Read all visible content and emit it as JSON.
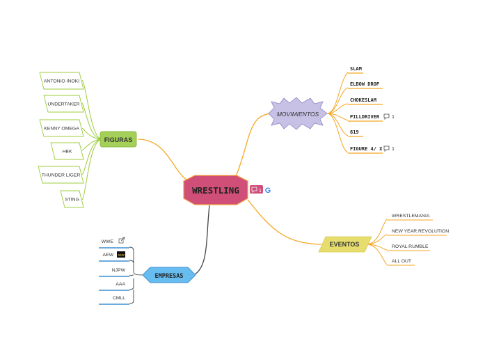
{
  "central": {
    "label": "WRESTLING",
    "comment_count": "1"
  },
  "colors": {
    "central_fill": "#cf4f79",
    "central_stroke": "#f2a33a",
    "figuras": "#9ccc3c",
    "figuras_fill": "#a4cf58",
    "movimientos_fill": "#c7c1e5",
    "movimientos_stroke": "#8e86c4",
    "eventos_fill": "#e6dd6e",
    "eventos_line": "#f5a623",
    "empresas_fill": "#68bdf0",
    "empresas_line": "#3f8fd2",
    "orange_line": "#f5a623",
    "dark_line": "#444444"
  },
  "figuras": {
    "label": "FIGURAS",
    "items": [
      "ANTONIO INOKI",
      "UNDERTAKER",
      "KENNY OMEGA",
      "HBK",
      "THUNDER LIGER",
      "STING"
    ]
  },
  "movimientos": {
    "label": "MOVIMIENTOS",
    "items": [
      {
        "label": "SLAM",
        "comments": ""
      },
      {
        "label": "ELBOW DROP",
        "comments": ""
      },
      {
        "label": "CHOKESLAM",
        "comments": ""
      },
      {
        "label": "PILLDRIVER",
        "comments": "1"
      },
      {
        "label": "619",
        "comments": ""
      },
      {
        "label": "FIGURE 4/ X",
        "comments": "1"
      }
    ]
  },
  "eventos": {
    "label": "EVENTOS",
    "items": [
      "WRESTLEMANIA",
      "NEW YEAR REVOLUTION",
      "ROYAL RUMBLE",
      "ALL OUT"
    ]
  },
  "empresas": {
    "label": "EMPRESAS",
    "items": [
      "WWE",
      "AEW",
      "NJPW",
      "AAA",
      "CMLL"
    ],
    "aew_logo": "AEW"
  }
}
